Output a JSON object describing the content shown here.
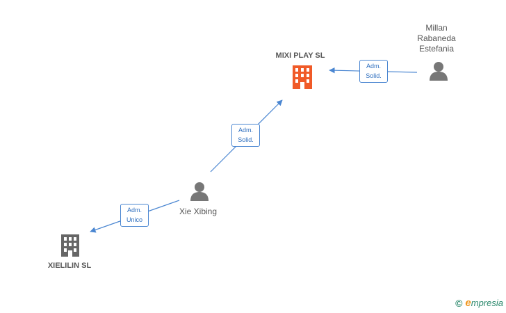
{
  "colors": {
    "edge": "#4a86d1",
    "focus_company": "#f05a28",
    "company": "#666666",
    "person": "#777777",
    "brand": "#2e8a6e"
  },
  "nodes": {
    "mixi_play": {
      "label": "MIXI PLAY  SL",
      "kind": "company",
      "icon": "building-icon"
    },
    "millan": {
      "label_lines": [
        "Millan",
        "Rabaneda",
        "Estefania"
      ],
      "kind": "person",
      "icon": "person-icon"
    },
    "xie": {
      "label": "Xie Xibing",
      "kind": "person",
      "icon": "person-icon"
    },
    "xielilin": {
      "label": "XIELILIN  SL",
      "kind": "company",
      "icon": "building-icon"
    }
  },
  "edges": {
    "millan_mixi": {
      "line1": "Adm.",
      "line2": "Solid."
    },
    "xie_mixi": {
      "line1": "Adm.",
      "line2": "Solid."
    },
    "xie_xielilin": {
      "line1": "Adm.",
      "line2": "Unico"
    }
  },
  "footer": {
    "copyright": "©",
    "brand_initial": "e",
    "brand_rest": "mpresia"
  }
}
